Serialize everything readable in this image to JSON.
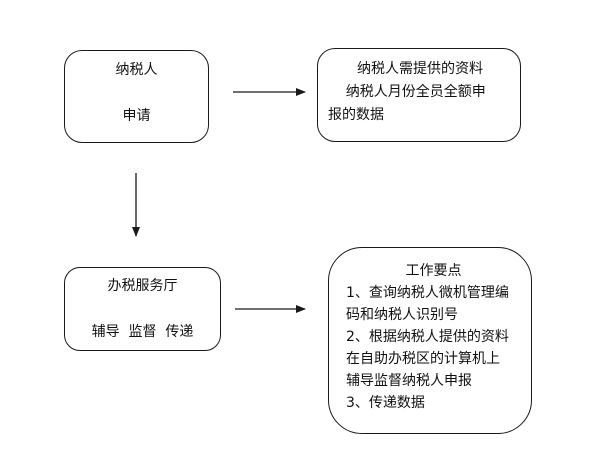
{
  "taxpayer_box": {
    "title": "纳税人",
    "action": "申请"
  },
  "materials_box": {
    "line1": "纳税人需提供的资料",
    "line2": "    纳税人月份全员全额申",
    "line3": "报的数据"
  },
  "service_hall_box": {
    "title": "办税服务厅",
    "duties": "辅导  监督  传递"
  },
  "key_points_box": {
    "title": "工作要点",
    "lines": [
      "1、查询纳税人微机管理编",
      "码和纳税人识别号",
      "2、根据纳税人提供的资料",
      "在自助办税区的计算机上",
      "辅导监督纳税人申报",
      "3、传递数据"
    ]
  },
  "colors": {
    "stroke": "#1a1a1a",
    "background": "#ffffff"
  }
}
